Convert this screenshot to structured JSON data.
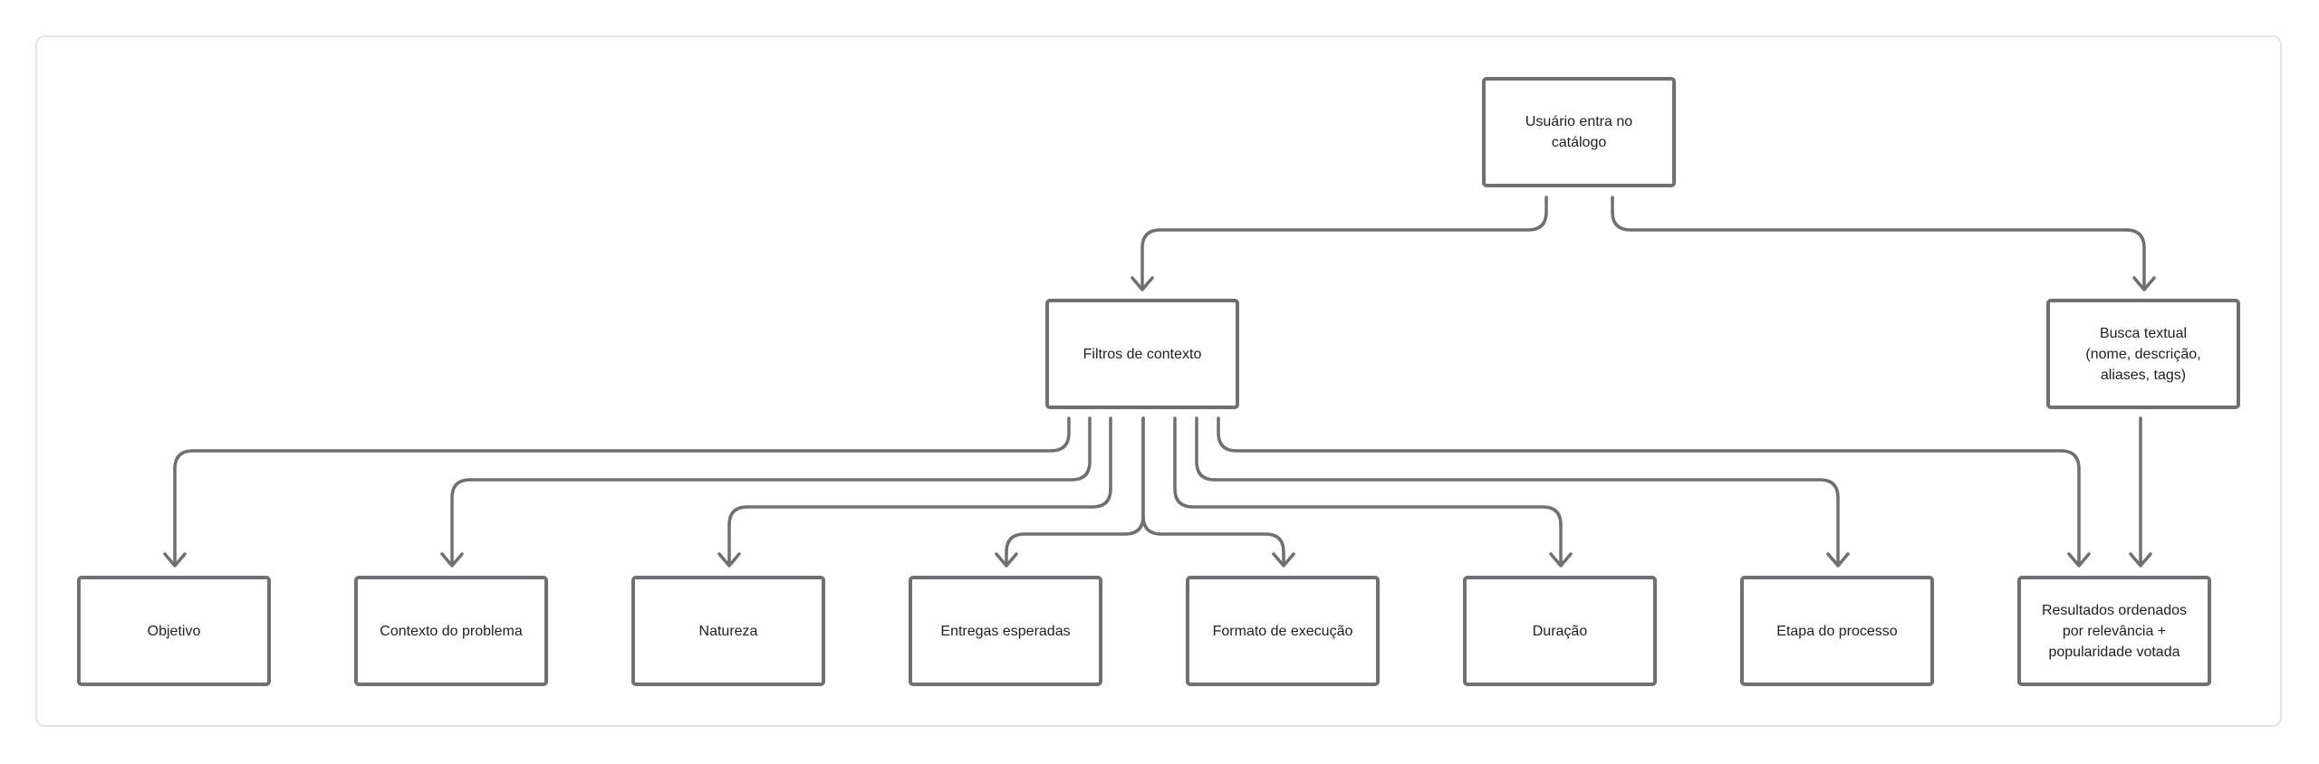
{
  "colors": {
    "stroke": "#6f6f74",
    "text": "#1f1f22",
    "frame": "#e4e4e7",
    "background": "#ffffff"
  },
  "nodes": {
    "start": {
      "label": "Usuário entra no catálogo"
    },
    "context_filters": {
      "label": "Filtros de contexto"
    },
    "text_search": {
      "label": "Busca textual (nome, descrição, aliases, tags)"
    },
    "objetivo": {
      "label": "Objetivo"
    },
    "contexto_problema": {
      "label": "Contexto do problema"
    },
    "natureza": {
      "label": "Natureza"
    },
    "entregas": {
      "label": "Entregas esperadas"
    },
    "formato": {
      "label": "Formato de execução"
    },
    "duracao": {
      "label": "Duração"
    },
    "etapa": {
      "label": "Etapa do processo"
    },
    "resultados": {
      "label": "Resultados ordenados por relevância + popularidade votada"
    }
  },
  "edges": [
    {
      "from": "start",
      "to": "context_filters"
    },
    {
      "from": "start",
      "to": "text_search"
    },
    {
      "from": "context_filters",
      "to": "objetivo"
    },
    {
      "from": "context_filters",
      "to": "contexto_problema"
    },
    {
      "from": "context_filters",
      "to": "natureza"
    },
    {
      "from": "context_filters",
      "to": "entregas"
    },
    {
      "from": "context_filters",
      "to": "formato"
    },
    {
      "from": "context_filters",
      "to": "duracao"
    },
    {
      "from": "context_filters",
      "to": "etapa"
    },
    {
      "from": "context_filters",
      "to": "resultados"
    },
    {
      "from": "text_search",
      "to": "resultados"
    }
  ]
}
